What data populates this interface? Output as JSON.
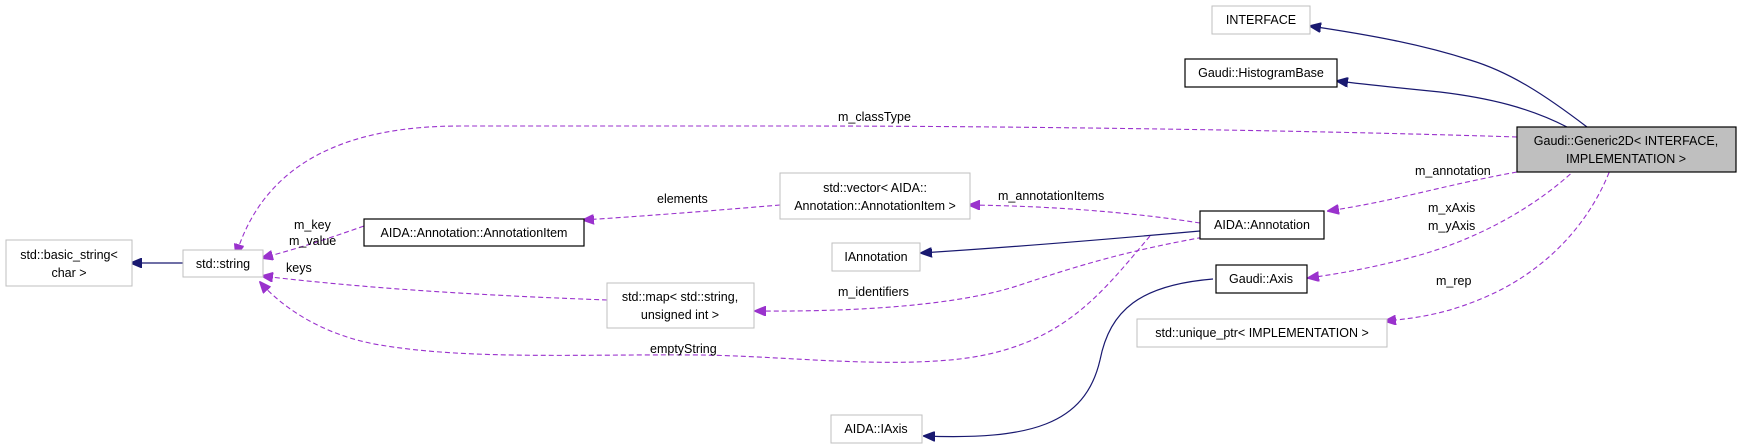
{
  "nodes": {
    "interface": {
      "label": "INTERFACE"
    },
    "histogram_base": {
      "label": "Gaudi::HistogramBase"
    },
    "generic2d": {
      "line1": "Gaudi::Generic2D< INTERFACE,",
      "line2": "IMPLEMENTATION >"
    },
    "basic_string": {
      "line1": "std::basic_string<",
      "line2": "char >"
    },
    "std_string": {
      "label": "std::string"
    },
    "annotation_item": {
      "label": "AIDA::Annotation::AnnotationItem"
    },
    "vector_annotation_item": {
      "line1": "std::vector< AIDA::",
      "line2": "Annotation::AnnotationItem >"
    },
    "iannotation": {
      "label": "IAnnotation"
    },
    "aida_annotation": {
      "label": "AIDA::Annotation"
    },
    "map_string_uint": {
      "line1": "std::map< std::string,",
      "line2": "unsigned int >"
    },
    "gaudi_axis": {
      "label": "Gaudi::Axis"
    },
    "unique_ptr_impl": {
      "label": "std::unique_ptr< IMPLEMENTATION >"
    },
    "aida_iaxis": {
      "label": "AIDA::IAxis"
    }
  },
  "edges": {
    "m_classType": "m_classType",
    "m_annotation": "m_annotation",
    "m_xAxis": "m_xAxis",
    "m_yAxis": "m_yAxis",
    "m_rep": "m_rep",
    "m_annotationItems": "m_annotationItems",
    "elements": "elements",
    "m_identifiers": "m_identifiers",
    "m_key": "m_key",
    "m_value": "m_value",
    "keys": "keys",
    "emptyString": "emptyString"
  },
  "colors": {
    "inheritance": "#191970",
    "usage": "#9a32cd",
    "focus_fill": "#bfbfbf",
    "grey_border": "#bfbfbf"
  }
}
